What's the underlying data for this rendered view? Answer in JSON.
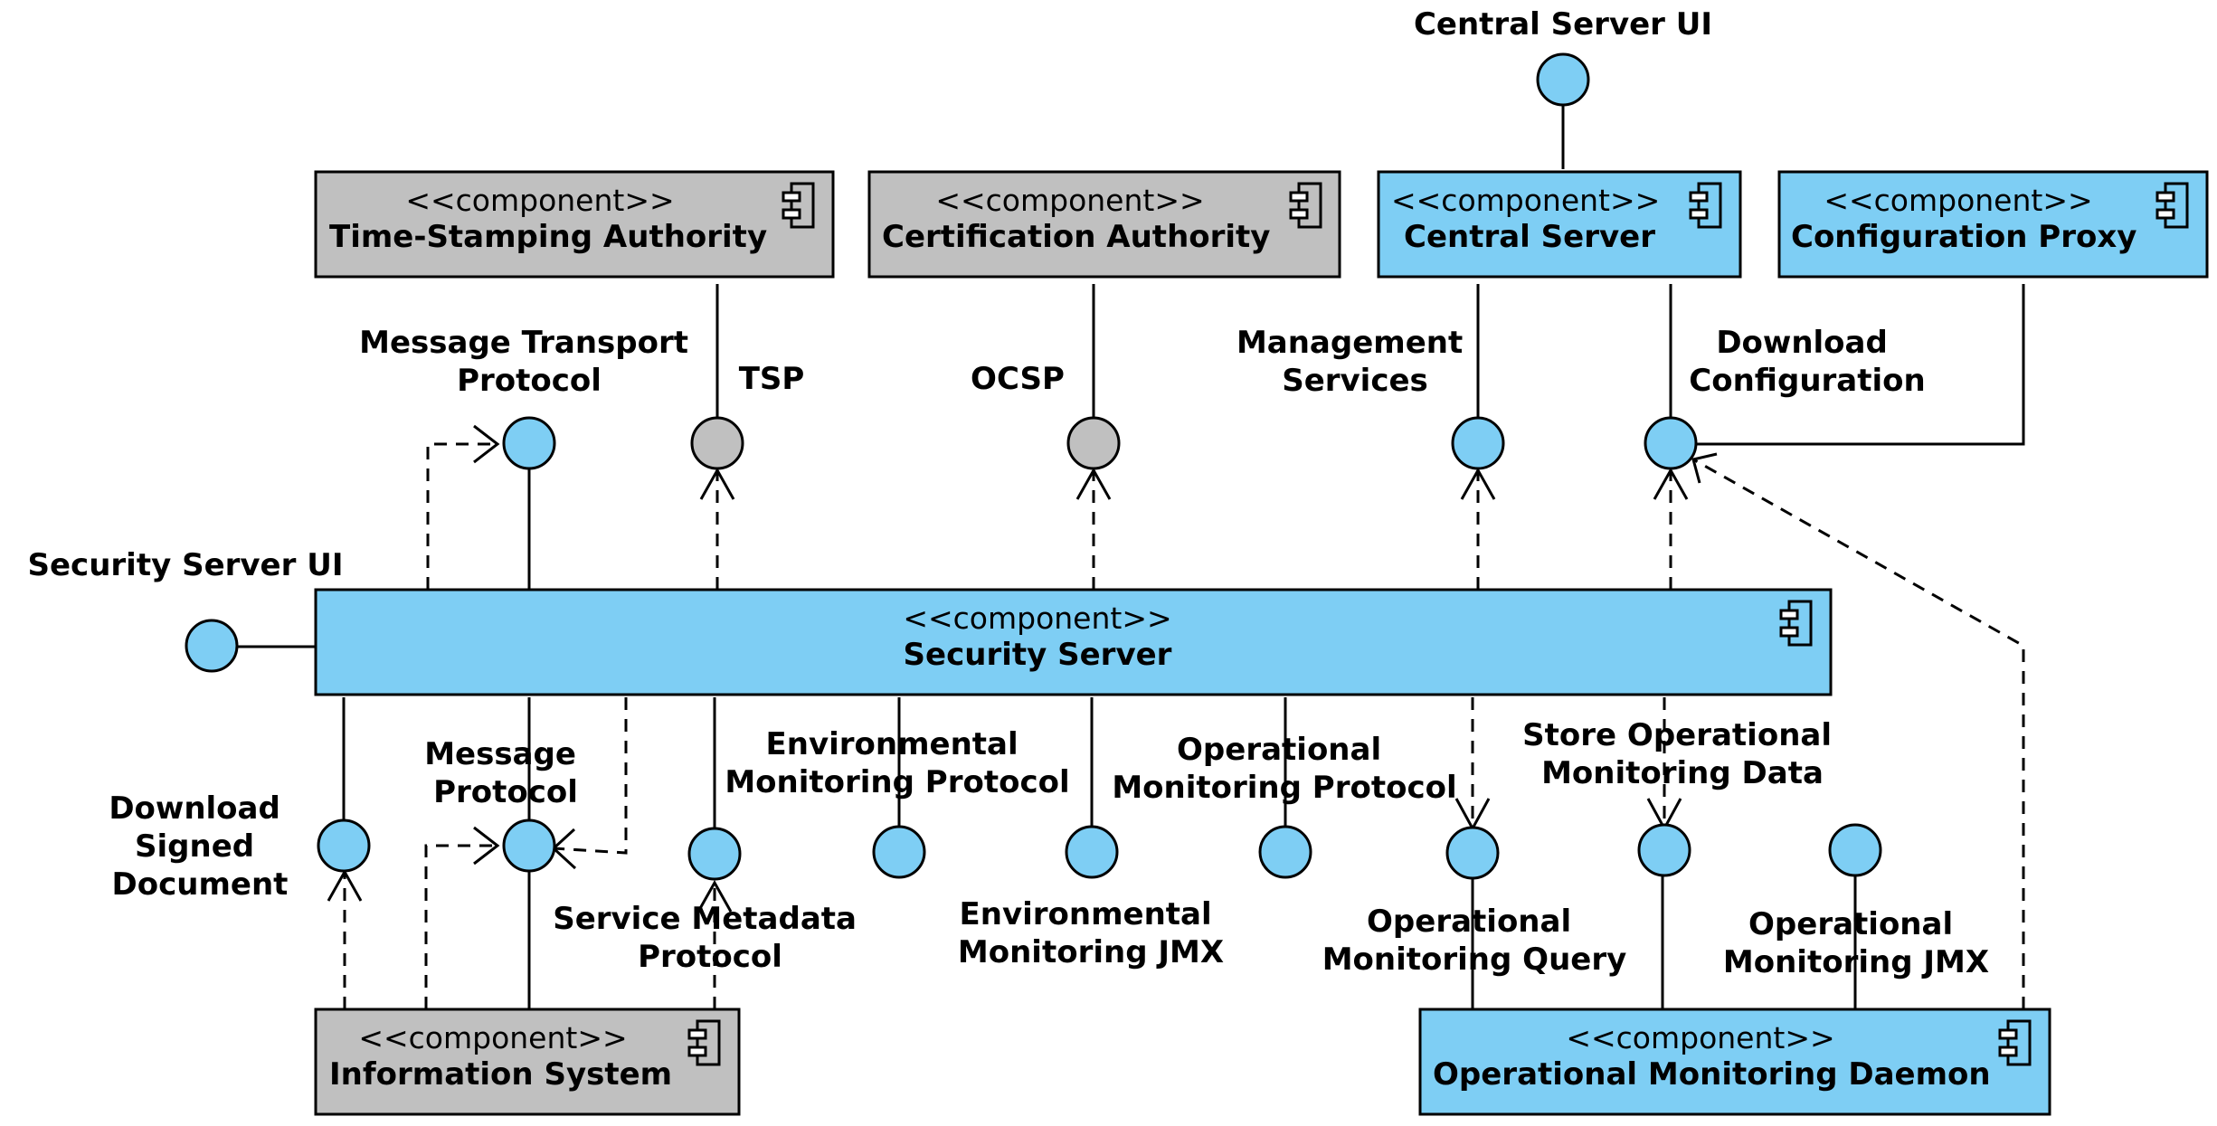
{
  "colors": {
    "blue": "#7ecef4",
    "gray": "#c0c0c0",
    "stroke": "#000000"
  },
  "stereotype": "<<component>>",
  "components": {
    "tsa": "Time-Stamping Authority",
    "ca": "Certification Authority",
    "central": "Central Server",
    "proxy": "Configuration Proxy",
    "ss": "Security Server",
    "is": "Information System",
    "omd": "Operational Monitoring Daemon"
  },
  "labels": {
    "central_ui": "Central Server UI",
    "ss_ui": "Security Server UI",
    "mtp": [
      "Message Transport",
      "Protocol"
    ],
    "tsp": "TSP",
    "ocsp": "OCSP",
    "mgmt": [
      "Management",
      "Services"
    ],
    "dlconf": [
      "Download",
      "Configuration"
    ],
    "dlsigned": [
      "Download",
      "Signed",
      "Document"
    ],
    "msgproto": [
      "Message",
      "Protocol"
    ],
    "smp": [
      "Service Metadata",
      "Protocol"
    ],
    "envproto": [
      "Environmental",
      "Monitoring Protocol"
    ],
    "envjmx": [
      "Environmental",
      "Monitoring JMX"
    ],
    "opproto": [
      "Operational",
      "Monitoring Protocol"
    ],
    "opquery": [
      "Operational",
      "Monitoring Query"
    ],
    "opstore": [
      "Store Operational",
      "Monitoring Data"
    ],
    "opjmx": [
      "Operational",
      "Monitoring JMX"
    ]
  }
}
